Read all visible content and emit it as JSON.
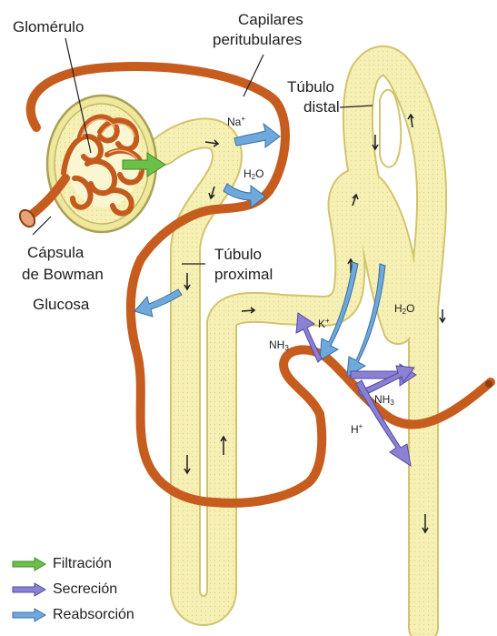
{
  "colors": {
    "tubule_fill": "#f6f0b4",
    "tubule_outline": "#d2c46e",
    "capillary": "#c65c1e",
    "capillary_dark": "#8e3c12",
    "glomerulus": "#c35a1e",
    "filtration_arrow": "#6cc04a",
    "secretion_arrow": "#8a80d4",
    "reabsorption_arrow": "#6fa9dc"
  },
  "labels": {
    "glomerulo": "Glomérulo",
    "capilares_line1": "Capilares",
    "capilares_line2": "peritubulares",
    "tubulo_distal_line1": "Túbulo",
    "tubulo_distal_line2": "distal",
    "capsula_line1": "Cápsula",
    "capsula_line2": "de Bowman",
    "glucosa": "Glucosa",
    "tubulo_proximal_line1": "Túbulo",
    "tubulo_proximal_line2": "proximal"
  },
  "chem": {
    "na_base": "Na",
    "na_sup": "+",
    "h2o_a_h": "H",
    "h2o_a_sub": "2",
    "h2o_a_o": "O",
    "nh3_left_base": "NH",
    "nh3_left_sub": "3",
    "k_base": "K",
    "k_sup": "+",
    "h2o_b_h": "H",
    "h2o_b_sub": "2",
    "h2o_b_o": "O",
    "nh3_right_base": "NH",
    "nh3_right_sub": "3",
    "h_base": "H",
    "h_sup": "+"
  },
  "legend": [
    {
      "label": "Filtración",
      "icon": "green-arrow-icon"
    },
    {
      "label": "Secreción",
      "icon": "purple-arrow-icon"
    },
    {
      "label": "Reabsorción",
      "icon": "blue-arrow-icon"
    }
  ]
}
